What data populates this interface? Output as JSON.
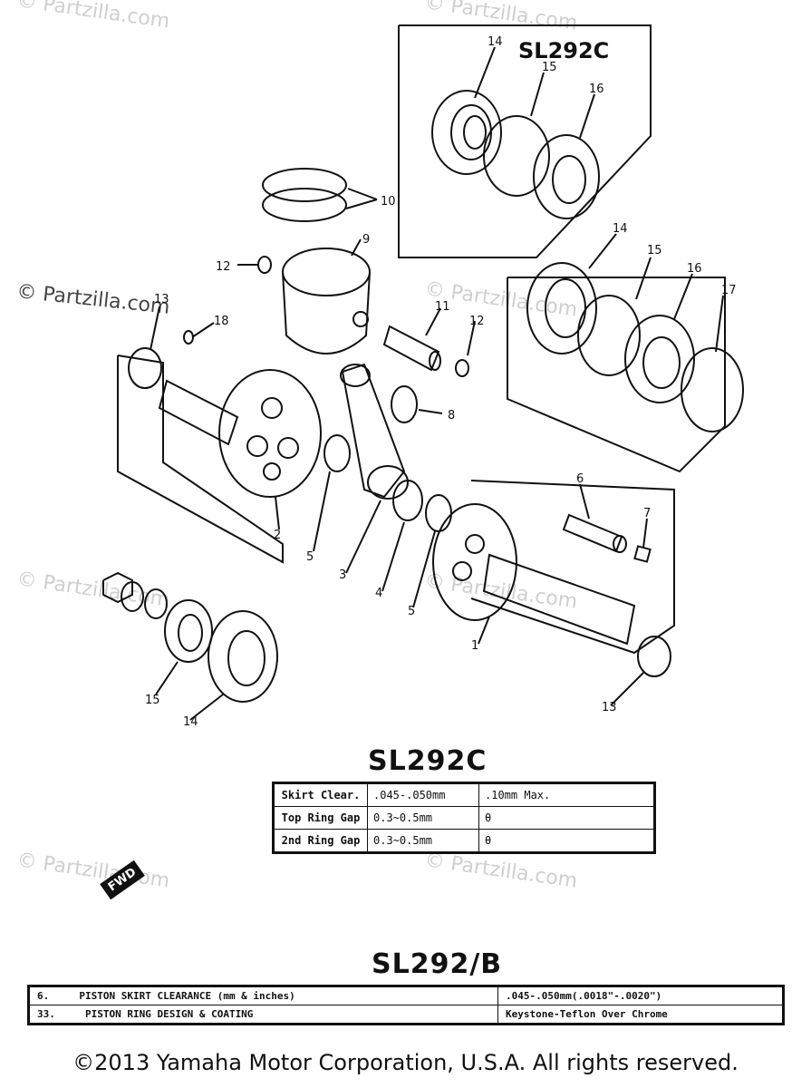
{
  "watermark": "© Partzilla.com",
  "inset_label": "SL292C",
  "callouts": {
    "c1": "1",
    "c2": "2",
    "c3": "3",
    "c4": "4",
    "c5a": "5",
    "c5b": "5",
    "c6": "6",
    "c7": "7",
    "c8": "8",
    "c9": "9",
    "c10": "10",
    "c11": "11",
    "c12a": "12",
    "c12b": "12",
    "c13a": "13",
    "c13b": "13",
    "c14a": "14",
    "c14b": "14",
    "c14c": "14",
    "c15a": "15",
    "c15b": "15",
    "c15c": "15",
    "c16a": "16",
    "c16b": "16",
    "c17": "17",
    "c18": "18"
  },
  "forward_marker": "FWD",
  "sl292c": {
    "title": "SL292C",
    "rows": [
      {
        "label": "Skirt Clear.",
        "value": ".045-.050mm",
        "limit": ".10mm Max."
      },
      {
        "label": "Top Ring Gap",
        "value": "0.3~0.5mm",
        "limit": "θ"
      },
      {
        "label": "2nd Ring Gap",
        "value": "0.3~0.5mm",
        "limit": "θ"
      }
    ]
  },
  "sl292b": {
    "title": "SL292/B",
    "rows": [
      {
        "num": "6.",
        "label": "PISTON SKIRT CLEARANCE (mm & inches)",
        "value": ".045-.050mm(.0018\"-.0020\")"
      },
      {
        "num": "33.",
        "label": "PISTON RING DESIGN & COATING",
        "value": "Keystone-Teflon Over Chrome"
      }
    ]
  },
  "copyright": "©2013 Yamaha Motor Corporation, U.S.A. All rights reserved."
}
